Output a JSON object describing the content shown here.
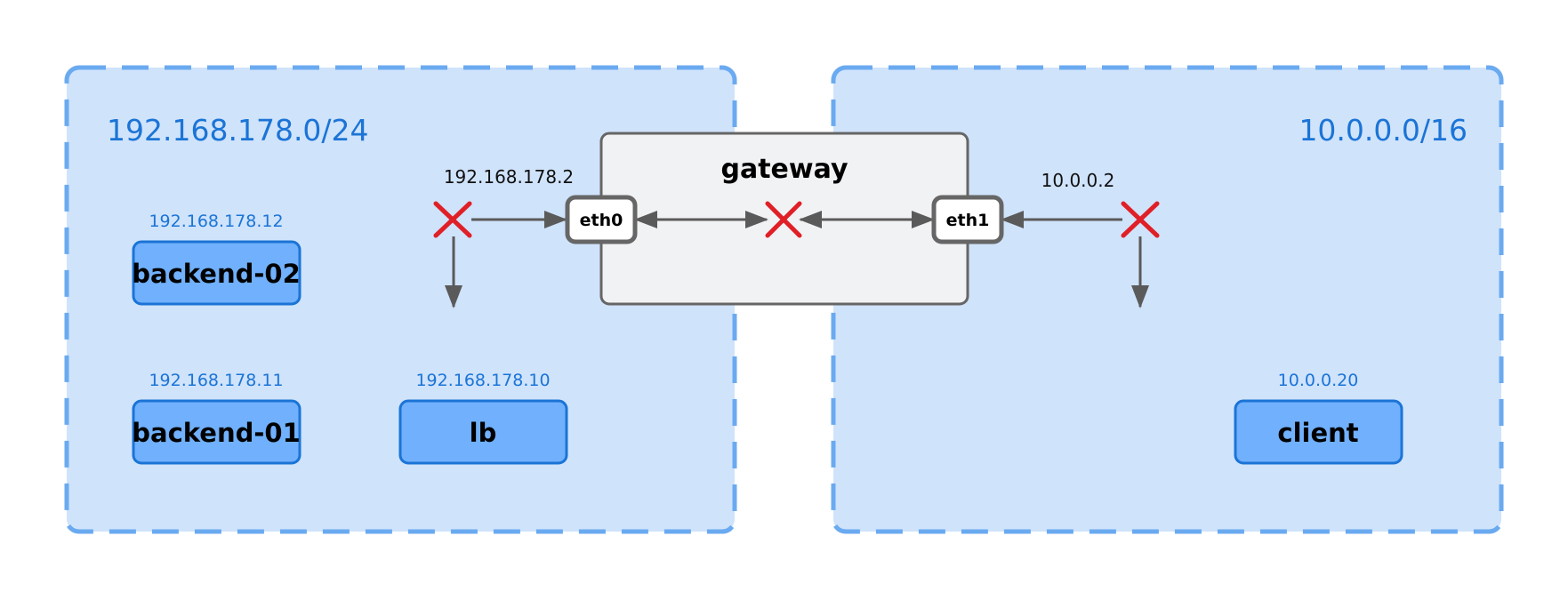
{
  "networks": {
    "left": {
      "cidr": "192.168.178.0/24"
    },
    "right": {
      "cidr": "10.0.0.0/16"
    }
  },
  "hosts": {
    "backend02": {
      "name": "backend-02",
      "ip": "192.168.178.12"
    },
    "backend01": {
      "name": "backend-01",
      "ip": "192.168.178.11"
    },
    "lb": {
      "name": "lb",
      "ip": "192.168.178.10"
    },
    "client": {
      "name": "client",
      "ip": "10.0.0.20"
    }
  },
  "gateway": {
    "title": "gateway",
    "eth0": {
      "name": "eth0",
      "ip": "192.168.178.2"
    },
    "eth1": {
      "name": "eth1",
      "ip": "10.0.0.2"
    }
  },
  "colors": {
    "network_fill": "#cfe3fb",
    "network_border": "#6aaaf0",
    "host_fill": "#70b0fc",
    "host_border": "#1b74d6",
    "gateway_fill": "#f1f2f4",
    "gateway_border": "#666666",
    "arrow": "#5a5a5a",
    "cross": "#e01f26"
  }
}
